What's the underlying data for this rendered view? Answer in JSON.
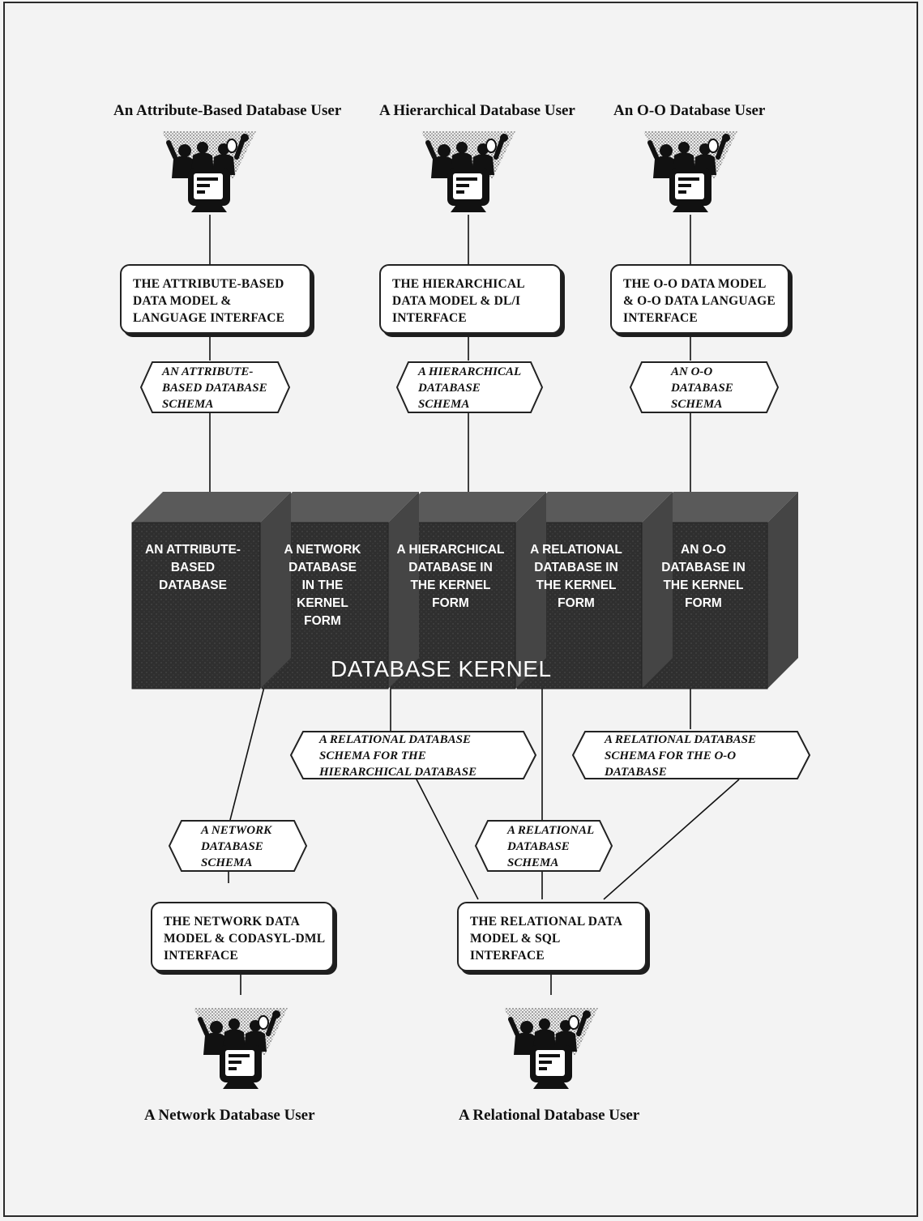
{
  "users_top": [
    {
      "label": "An Attribute-Based Database User"
    },
    {
      "label": "A Hierarchical Database User"
    },
    {
      "label": "An O-O Database User"
    }
  ],
  "users_bottom": [
    {
      "label": "A Network Database User"
    },
    {
      "label": "A Relational Database User"
    }
  ],
  "interfaces": {
    "attribute": "THE ATTRIBUTE-BASED\nDATA MODEL &\nLANGUAGE INTERFACE",
    "hierarchical": "THE HIERARCHICAL\nDATA MODEL & DL/I\nINTERFACE",
    "oo": "THE O-O DATA MODEL\n& O-O DATA LANGUAGE\nINTERFACE",
    "network": "THE NETWORK DATA\nMODEL & CODASYL-DML\nINTERFACE",
    "relational": "THE RELATIONAL DATA\nMODEL & SQL\nINTERFACE"
  },
  "schemas": {
    "attribute": "AN ATTRIBUTE-\nBASED DATABASE\nSCHEMA",
    "hierarchical": "A HIERARCHICAL\nDATABASE\nSCHEMA",
    "oo": "AN O-O\nDATABASE\nSCHEMA",
    "rel_for_hier": "A RELATIONAL DATABASE\nSCHEMA FOR THE\nHIERARCHICAL DATABASE",
    "rel_for_oo": "A RELATIONAL DATABASE\nSCHEMA FOR THE O-O\nDATABASE",
    "network": "A NETWORK\nDATABASE\nSCHEMA",
    "relational": "A RELATIONAL\nDATABASE\nSCHEMA"
  },
  "kernel": {
    "label": "DATABASE KERNEL",
    "cubes": [
      "AN ATTRIBUTE-\nBASED\nDATABASE",
      "A NETWORK\nDATABASE\nIN THE\nKERNEL\nFORM",
      "A HIERARCHICAL\nDATABASE IN\nTHE KERNEL\nFORM",
      "A RELATIONAL\nDATABASE IN\nTHE KERNEL\nFORM",
      "AN O-O\nDATABASE IN\nTHE KERNEL\nFORM"
    ]
  },
  "colors": {
    "background": "#f3f3f3",
    "cube_front": "#2e2e2e",
    "cube_side": "#4a4a4a",
    "cube_top": "#5a5a5a",
    "line": "#111111"
  },
  "icons": {
    "user_icon": "users-at-terminal-icon"
  }
}
